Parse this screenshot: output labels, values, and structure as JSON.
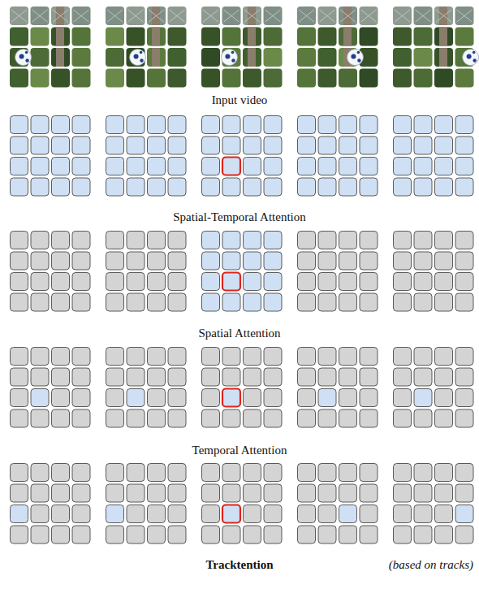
{
  "diagram": {
    "labels": [
      "Input video",
      "Spatial-Temporal Attention",
      "Spatial Attention",
      "Temporal Attention",
      "Tracktention",
      "(based on tracks)"
    ]
  }
}
